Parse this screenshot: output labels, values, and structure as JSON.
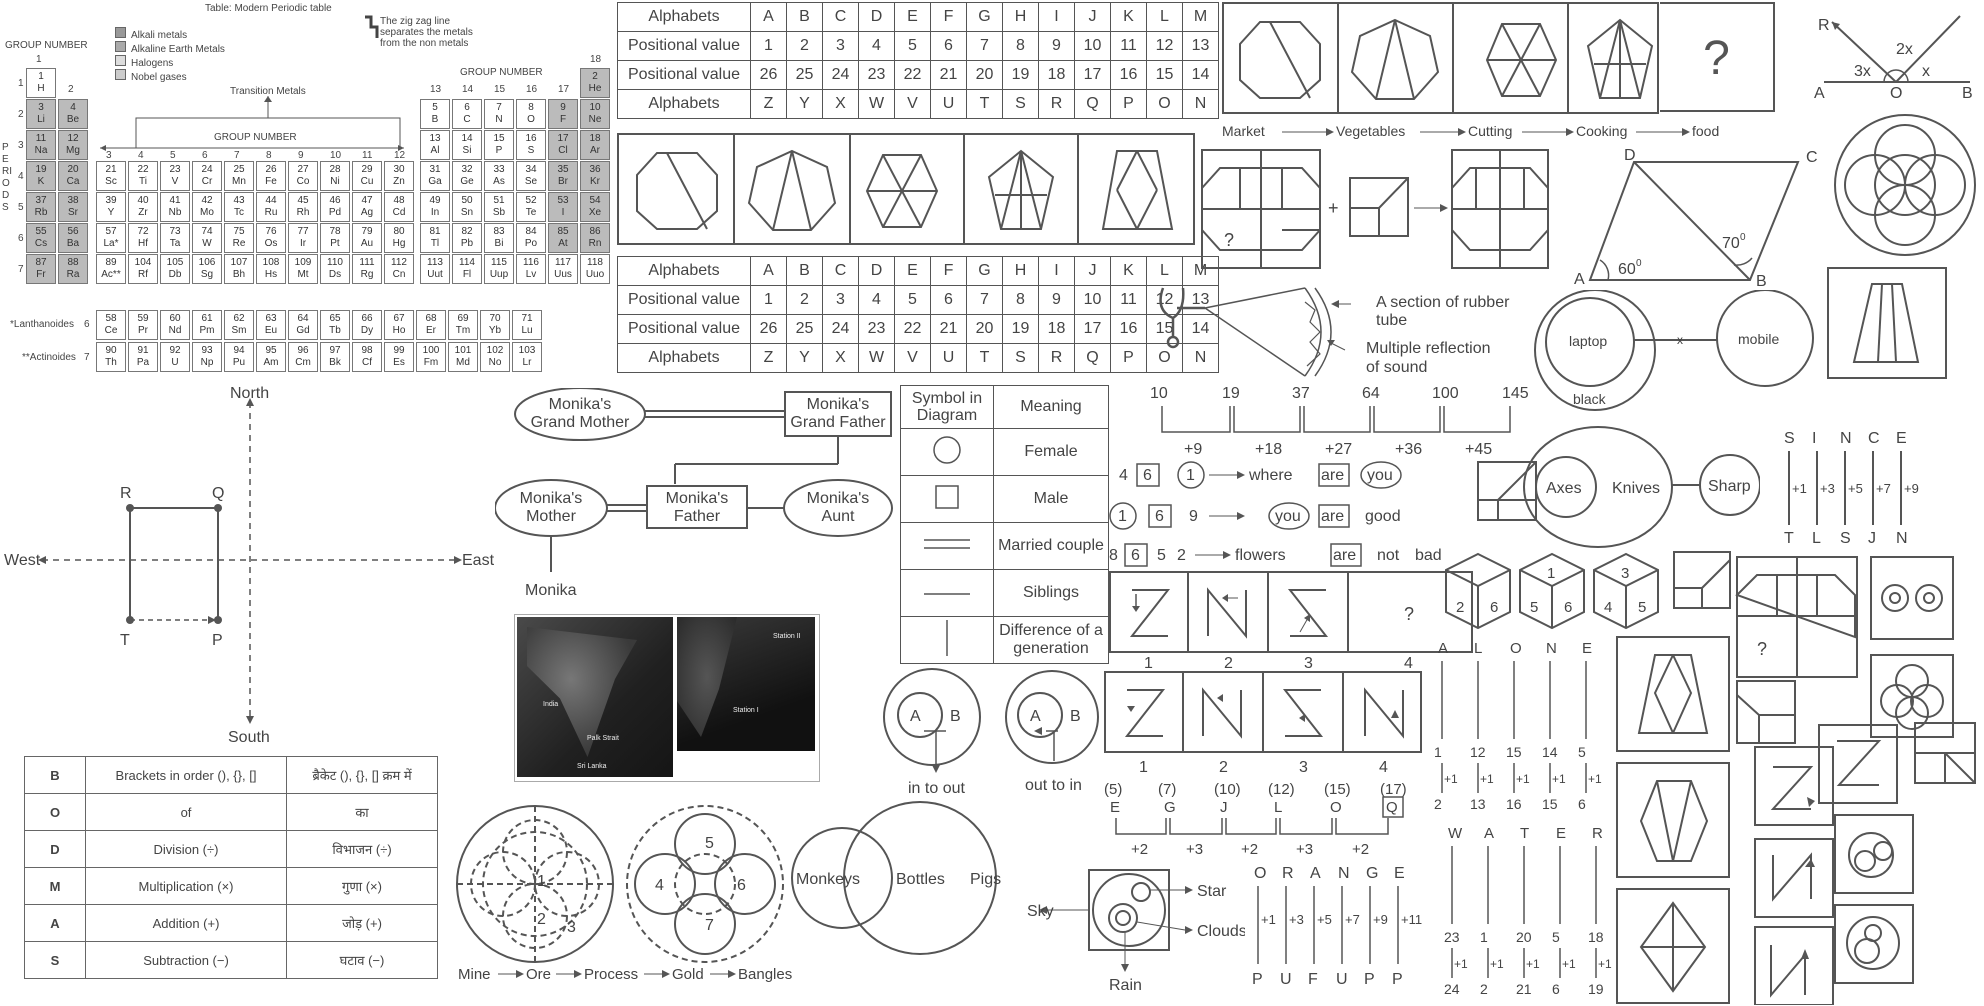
{
  "periodic": {
    "title": "Table: Modern Periodic table",
    "group_number": "GROUP NUMBER",
    "periods": "PERIODS",
    "transition": "Transition Metals",
    "legend": [
      "Alkali metals",
      "Alkaline Earth Metals",
      "Halogens",
      "Nobel gases"
    ],
    "zigzag_note": "The zig zag line separates the metals from the non metals",
    "lanthanoides": "*Lanthanoides",
    "actinoides": "**Actinoides",
    "group_labels": [
      "1",
      "2",
      "3",
      "4",
      "5",
      "6",
      "7",
      "8",
      "9",
      "10",
      "11",
      "12",
      "13",
      "14",
      "15",
      "16",
      "17",
      "18"
    ],
    "period_labels": [
      "1",
      "2",
      "3",
      "4",
      "5",
      "6",
      "7"
    ],
    "elements": [
      [
        1,
        "H",
        1,
        1,
        0
      ],
      [
        2,
        "He",
        18,
        1,
        1
      ],
      [
        3,
        "Li",
        1,
        2,
        1
      ],
      [
        4,
        "Be",
        2,
        2,
        1
      ],
      [
        5,
        "B",
        13,
        2,
        0
      ],
      [
        6,
        "C",
        14,
        2,
        0
      ],
      [
        7,
        "N",
        15,
        2,
        0
      ],
      [
        8,
        "O",
        16,
        2,
        0
      ],
      [
        9,
        "F",
        17,
        2,
        1
      ],
      [
        10,
        "Ne",
        18,
        2,
        1
      ],
      [
        11,
        "Na",
        1,
        3,
        1
      ],
      [
        12,
        "Mg",
        2,
        3,
        1
      ],
      [
        13,
        "Al",
        13,
        3,
        0
      ],
      [
        14,
        "Si",
        14,
        3,
        0
      ],
      [
        15,
        "P",
        15,
        3,
        0
      ],
      [
        16,
        "S",
        16,
        3,
        0
      ],
      [
        17,
        "Cl",
        17,
        3,
        1
      ],
      [
        18,
        "Ar",
        18,
        3,
        1
      ],
      [
        19,
        "K",
        1,
        4,
        1
      ],
      [
        20,
        "Ca",
        2,
        4,
        1
      ],
      [
        21,
        "Sc",
        3,
        4,
        0
      ],
      [
        22,
        "Ti",
        4,
        4,
        0
      ],
      [
        23,
        "V",
        5,
        4,
        0
      ],
      [
        24,
        "Cr",
        6,
        4,
        0
      ],
      [
        25,
        "Mn",
        7,
        4,
        0
      ],
      [
        26,
        "Fe",
        8,
        4,
        0
      ],
      [
        27,
        "Co",
        9,
        4,
        0
      ],
      [
        28,
        "Ni",
        10,
        4,
        0
      ],
      [
        29,
        "Cu",
        11,
        4,
        0
      ],
      [
        30,
        "Zn",
        12,
        4,
        0
      ],
      [
        31,
        "Ga",
        13,
        4,
        0
      ],
      [
        32,
        "Ge",
        14,
        4,
        0
      ],
      [
        33,
        "As",
        15,
        4,
        0
      ],
      [
        34,
        "Se",
        16,
        4,
        0
      ],
      [
        35,
        "Br",
        17,
        4,
        1
      ],
      [
        36,
        "Kr",
        18,
        4,
        1
      ],
      [
        37,
        "Rb",
        1,
        5,
        1
      ],
      [
        38,
        "Sr",
        2,
        5,
        1
      ],
      [
        39,
        "Y",
        3,
        5,
        0
      ],
      [
        40,
        "Zr",
        4,
        5,
        0
      ],
      [
        41,
        "Nb",
        5,
        5,
        0
      ],
      [
        42,
        "Mo",
        6,
        5,
        0
      ],
      [
        43,
        "Tc",
        7,
        5,
        0
      ],
      [
        44,
        "Ru",
        8,
        5,
        0
      ],
      [
        45,
        "Rh",
        9,
        5,
        0
      ],
      [
        46,
        "Pd",
        10,
        5,
        0
      ],
      [
        47,
        "Ag",
        11,
        5,
        0
      ],
      [
        48,
        "Cd",
        12,
        5,
        0
      ],
      [
        49,
        "In",
        13,
        5,
        0
      ],
      [
        50,
        "Sn",
        14,
        5,
        0
      ],
      [
        51,
        "Sb",
        15,
        5,
        0
      ],
      [
        52,
        "Te",
        16,
        5,
        0
      ],
      [
        53,
        "I",
        17,
        5,
        1
      ],
      [
        54,
        "Xe",
        18,
        5,
        1
      ],
      [
        55,
        "Cs",
        1,
        6,
        1
      ],
      [
        56,
        "Ba",
        2,
        6,
        1
      ],
      [
        57,
        "La*",
        3,
        6,
        0
      ],
      [
        72,
        "Hf",
        4,
        6,
        0
      ],
      [
        73,
        "Ta",
        5,
        6,
        0
      ],
      [
        74,
        "W",
        6,
        6,
        0
      ],
      [
        75,
        "Re",
        7,
        6,
        0
      ],
      [
        76,
        "Os",
        8,
        6,
        0
      ],
      [
        77,
        "Ir",
        9,
        6,
        0
      ],
      [
        78,
        "Pt",
        10,
        6,
        0
      ],
      [
        79,
        "Au",
        11,
        6,
        0
      ],
      [
        80,
        "Hg",
        12,
        6,
        0
      ],
      [
        81,
        "Tl",
        13,
        6,
        0
      ],
      [
        82,
        "Pb",
        14,
        6,
        0
      ],
      [
        83,
        "Bi",
        15,
        6,
        0
      ],
      [
        84,
        "Po",
        16,
        6,
        0
      ],
      [
        85,
        "At",
        17,
        6,
        1
      ],
      [
        86,
        "Rn",
        18,
        6,
        1
      ],
      [
        87,
        "Fr",
        1,
        7,
        1
      ],
      [
        88,
        "Ra",
        2,
        7,
        1
      ],
      [
        89,
        "Ac**",
        3,
        7,
        0
      ],
      [
        104,
        "Rf",
        4,
        7,
        0
      ],
      [
        105,
        "Db",
        5,
        7,
        0
      ],
      [
        106,
        "Sg",
        6,
        7,
        0
      ],
      [
        107,
        "Bh",
        7,
        7,
        0
      ],
      [
        108,
        "Hs",
        8,
        7,
        0
      ],
      [
        109,
        "Mt",
        9,
        7,
        0
      ],
      [
        110,
        "Ds",
        10,
        7,
        0
      ],
      [
        111,
        "Rg",
        11,
        7,
        0
      ],
      [
        112,
        "Cn",
        12,
        7,
        0
      ],
      [
        113,
        "Uut",
        13,
        7,
        0
      ],
      [
        114,
        "Fl",
        14,
        7,
        0
      ],
      [
        115,
        "Uup",
        15,
        7,
        0
      ],
      [
        116,
        "Lv",
        16,
        7,
        0
      ],
      [
        117,
        "Uus",
        17,
        7,
        0
      ],
      [
        118,
        "Uuo",
        18,
        7,
        0
      ]
    ],
    "lanthanoid_row": [
      [
        58,
        "Ce"
      ],
      [
        59,
        "Pr"
      ],
      [
        60,
        "Nd"
      ],
      [
        61,
        "Pm"
      ],
      [
        62,
        "Sm"
      ],
      [
        63,
        "Eu"
      ],
      [
        64,
        "Gd"
      ],
      [
        65,
        "Tb"
      ],
      [
        66,
        "Dy"
      ],
      [
        67,
        "Ho"
      ],
      [
        68,
        "Er"
      ],
      [
        69,
        "Tm"
      ],
      [
        70,
        "Yb"
      ],
      [
        71,
        "Lu"
      ]
    ],
    "actinoid_row": [
      [
        90,
        "Th"
      ],
      [
        91,
        "Pa"
      ],
      [
        92,
        "U"
      ],
      [
        93,
        "Np"
      ],
      [
        94,
        "Pu"
      ],
      [
        95,
        "Am"
      ],
      [
        96,
        "Cm"
      ],
      [
        97,
        "Bk"
      ],
      [
        98,
        "Cf"
      ],
      [
        99,
        "Es"
      ],
      [
        100,
        "Fm"
      ],
      [
        101,
        "Md"
      ],
      [
        102,
        "No"
      ],
      [
        103,
        "Lr"
      ]
    ],
    "lanth_period": "6",
    "actin_period": "7"
  },
  "alpha_table": {
    "row_labels": [
      "Alphabets",
      "Positional value",
      "Positional value",
      "Alphabets"
    ],
    "rows": [
      [
        "A",
        "B",
        "C",
        "D",
        "E",
        "F",
        "G",
        "H",
        "I",
        "J",
        "K",
        "L",
        "M"
      ],
      [
        "1",
        "2",
        "3",
        "4",
        "5",
        "6",
        "7",
        "8",
        "9",
        "10",
        "11",
        "12",
        "13"
      ],
      [
        "26",
        "25",
        "24",
        "23",
        "22",
        "21",
        "20",
        "19",
        "18",
        "17",
        "16",
        "15",
        "14"
      ],
      [
        "Z",
        "Y",
        "X",
        "W",
        "V",
        "U",
        "T",
        "S",
        "R",
        "Q",
        "P",
        "O",
        "N"
      ]
    ]
  },
  "question_mark": "?",
  "angles": {
    "R": "R",
    "O": "O",
    "A": "A",
    "B": "B",
    "a1": "3x",
    "a2": "2x",
    "a3": "x"
  },
  "flow1": [
    "Market",
    "Vegetables",
    "Cutting",
    "Cooking",
    "food"
  ],
  "plus": "+",
  "trapezium": {
    "D": "D",
    "C": "C",
    "A": "A",
    "B": "B",
    "angA": "60",
    "angB": "70",
    "deg": "0"
  },
  "stetho": {
    "l1": "A section of rubber",
    "l2": "tube",
    "l3": "Multiple reflection",
    "l4": "of sound"
  },
  "venn_laptop": {
    "laptop": "laptop",
    "mobile": "mobile",
    "black": "black",
    "x": "x"
  },
  "family": {
    "gm": "Monika's\nGrand Mother",
    "gf": "Monika's\nGrand Father",
    "mother": "Monika's\nMother",
    "father": "Monika's\nFather",
    "aunt": "Monika's\nAunt",
    "monika": "Monika"
  },
  "symbols": {
    "head1": "Symbol in Diagram",
    "head2": "Meaning",
    "rows": [
      "Female",
      "Male",
      "Married couple",
      "Siblings",
      "Difference of a generation"
    ]
  },
  "series1": {
    "nums": [
      "10",
      "19",
      "37",
      "64",
      "100",
      "145"
    ],
    "diffs": [
      "+9",
      "+18",
      "+27",
      "+36",
      "+45"
    ]
  },
  "code_lines": [
    {
      "nums": [
        "4",
        "6",
        "1"
      ],
      "words": [
        "where",
        "are",
        "you"
      ]
    },
    {
      "nums": [
        "1",
        "6",
        "9"
      ],
      "words": [
        "you",
        "are",
        "good"
      ]
    },
    {
      "nums": [
        "8",
        "6",
        "5",
        "2"
      ],
      "words": [
        "flowers",
        "are",
        "not",
        "bad"
      ]
    }
  ],
  "axes_venn": {
    "a": "Axes",
    "k": "Knives",
    "s": "Sharp"
  },
  "since": {
    "top": [
      "S",
      "I",
      "N",
      "C",
      "E"
    ],
    "inc": [
      "+1",
      "+3",
      "+5",
      "+7",
      "+9"
    ],
    "bot": [
      "T",
      "L",
      "S",
      "J",
      "N"
    ]
  },
  "fig_labels": [
    "1",
    "2",
    "3",
    "4"
  ],
  "dice": [
    [
      "",
      "2",
      "6"
    ],
    [
      "1",
      "5",
      "6"
    ],
    [
      "3",
      "4",
      "5"
    ]
  ],
  "map": {
    "caption_mini": [
      "India",
      "Palk Strait",
      "Sri Lanka",
      "Station II",
      "Station I"
    ]
  },
  "compass": {
    "n": "North",
    "s": "South",
    "e": "East",
    "w": "West",
    "R": "R",
    "Q": "Q",
    "T": "T",
    "P": "P"
  },
  "inout": {
    "A": "A",
    "B": "B",
    "l1": "in to out",
    "l2": "out to in"
  },
  "egjlo": {
    "vals": [
      "(5)",
      "(7)",
      "(10)",
      "(12)",
      "(15)",
      "(17)"
    ],
    "letters": [
      "E",
      "G",
      "J",
      "L",
      "O",
      "Q"
    ],
    "diffs": [
      "+2",
      "+3",
      "+2",
      "+3",
      "+2"
    ]
  },
  "alone": {
    "top": [
      "A",
      "L",
      "O",
      "N",
      "E"
    ],
    "n1": [
      "1",
      "12",
      "15",
      "14",
      "5"
    ],
    "inc": [
      "+1",
      "+1",
      "+1",
      "+1",
      "+1"
    ],
    "n2": [
      "2",
      "13",
      "16",
      "15",
      "6"
    ]
  },
  "water": {
    "top": [
      "W",
      "A",
      "T",
      "E",
      "R"
    ],
    "n1": [
      "23",
      "1",
      "20",
      "5",
      "18"
    ],
    "inc": [
      "+1",
      "+1",
      "+1",
      "+1",
      "+1"
    ],
    "n2": [
      "24",
      "2",
      "21",
      "6",
      "19"
    ]
  },
  "orange": {
    "top": [
      "O",
      "R",
      "A",
      "N",
      "G",
      "E"
    ],
    "inc": [
      "+1",
      "+3",
      "+5",
      "+7",
      "+9",
      "+11"
    ],
    "bot": [
      "P",
      "U",
      "F",
      "U",
      "P",
      "P"
    ]
  },
  "notation": [
    [
      "B",
      "Brackets in order (), {}, []",
      "ब्रैकेट (), {}, [] क्रम में"
    ],
    [
      "O",
      "of",
      "का"
    ],
    [
      "D",
      "Division (÷)",
      "विभाजन (÷)"
    ],
    [
      "M",
      "Multiplication (×)",
      "गुणा (×)"
    ],
    [
      "A",
      "Addition (+)",
      "जोड़ (+)"
    ],
    [
      "S",
      "Subtraction (−)",
      "घटाव (−)"
    ]
  ],
  "circ1": [
    "1",
    "2",
    "3"
  ],
  "circ2": [
    "4",
    "5",
    "6",
    "7"
  ],
  "mine": [
    "Mine",
    "Ore",
    "Process",
    "Gold",
    "Bangles"
  ],
  "mbp": {
    "m": "Monkeys",
    "b": "Bottles",
    "p": "Pigs"
  },
  "sky": {
    "sky": "Sky",
    "star": "Star",
    "clouds": "Clouds",
    "rain": "Rain"
  }
}
